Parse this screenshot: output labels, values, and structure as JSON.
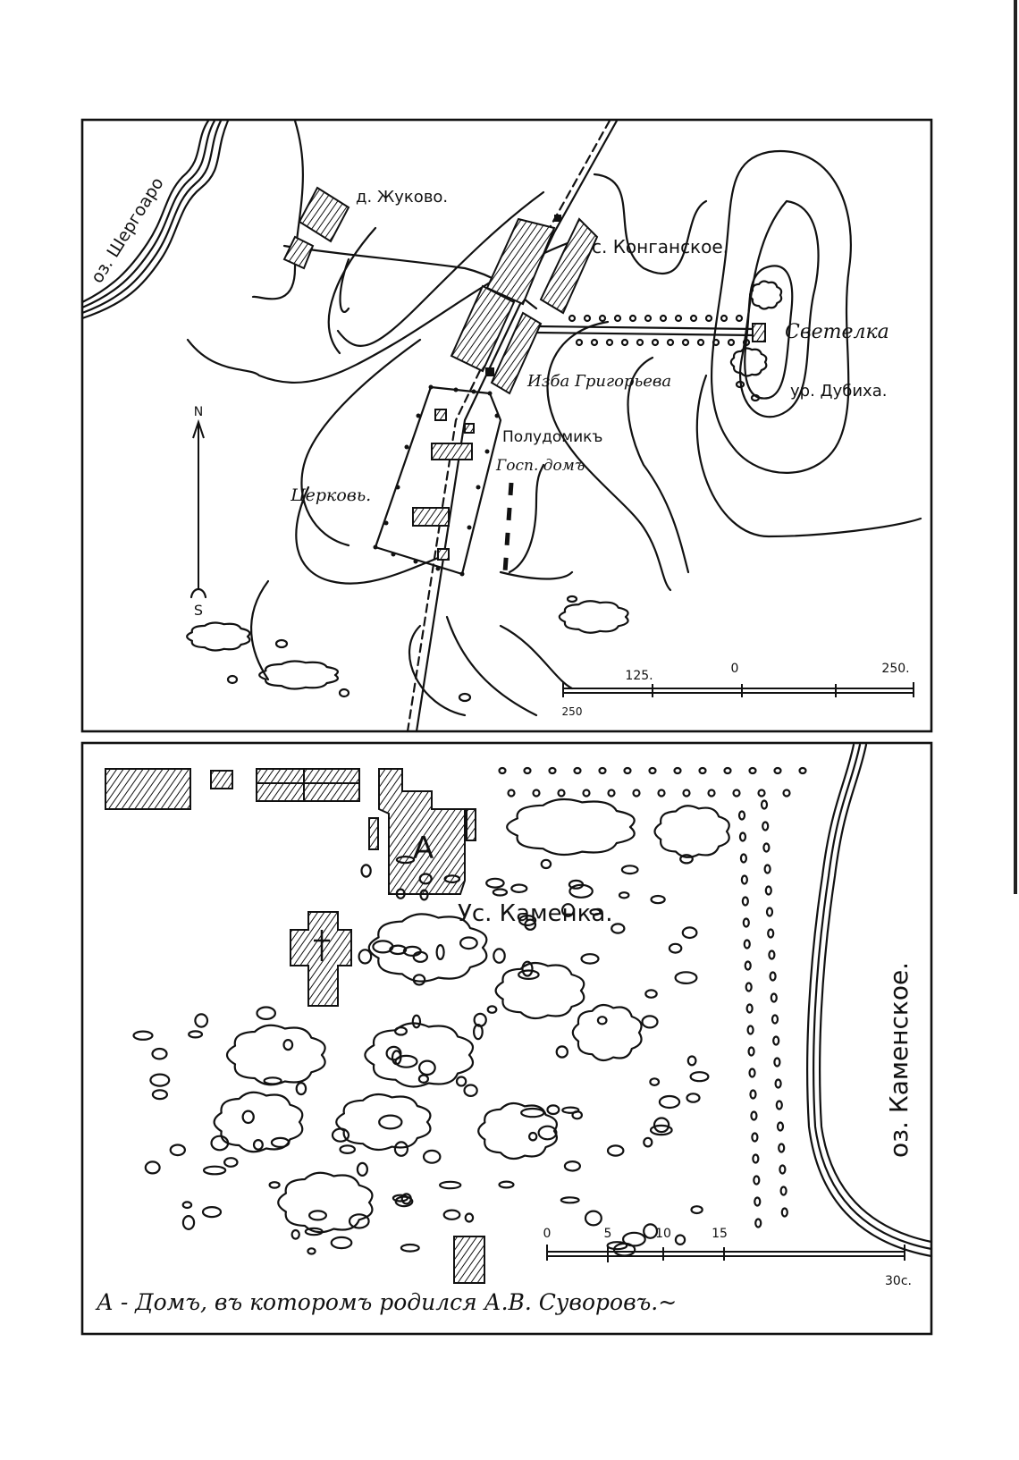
{
  "top_map": {
    "labels": {
      "lake": "оз. Шергоаро",
      "village_zhukovo": "д. Жуково.",
      "village_konganskoe": "с. Конганское.",
      "svetelka": "Светелка",
      "tract_dubikha": "ур. Дубиха.",
      "izba": "Изба Григорьева",
      "poludomik": "Полудомикъ",
      "manor_house": "Госп. домъ",
      "church": "Церковь."
    },
    "compass": {
      "north": "N",
      "south": "S"
    },
    "scale_bar": {
      "ticks": [
        "125.",
        "0",
        "250."
      ],
      "left_label": "250"
    }
  },
  "bottom_map": {
    "labels": {
      "estate": "Ус. Каменка.",
      "lake": "оз. Каменское.",
      "house_marker": "А"
    },
    "scale_bar": {
      "ticks": [
        "0",
        "5",
        "10",
        "15"
      ],
      "end_label": "30с."
    },
    "caption": "А - Домъ, въ которомъ родился А.В. Суворовъ.~"
  },
  "colors": {
    "ink": "#111111",
    "paper": "#ffffff"
  }
}
